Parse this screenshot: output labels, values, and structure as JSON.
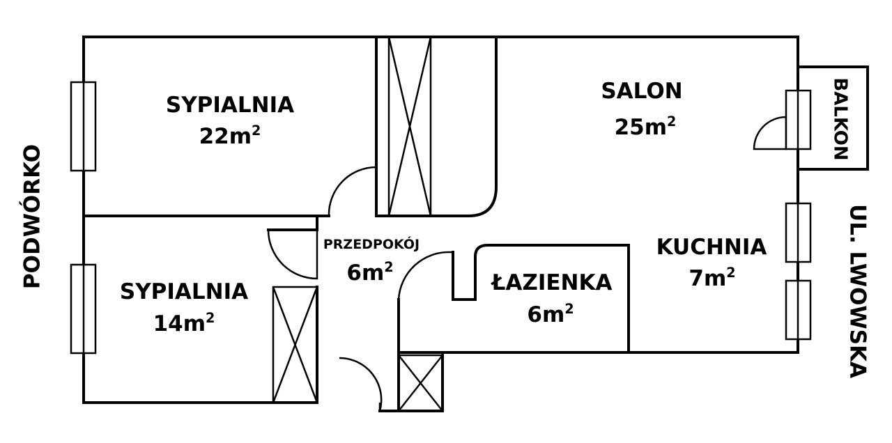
{
  "rooms": {
    "sypialnia_large": {
      "name": "SYPIALNIA",
      "area": "22m",
      "unit_sup": "2"
    },
    "sypialnia_small": {
      "name": "SYPIALNIA",
      "area": "14m",
      "unit_sup": "2"
    },
    "salon": {
      "name": "SALON",
      "area": "25m",
      "unit_sup": "2"
    },
    "przedpokoj": {
      "name": "PRZEDPOKÓJ",
      "area": "6m",
      "unit_sup": "2"
    },
    "lazienka": {
      "name": "ŁAZIENKA",
      "area": "6m",
      "unit_sup": "2"
    },
    "kuchnia": {
      "name": "KUCHNIA",
      "area": "7m",
      "unit_sup": "2"
    }
  },
  "labels": {
    "balkon": "BALKON",
    "podworko": "PODWÓRKO",
    "street": "UL. LWOWSKA"
  }
}
